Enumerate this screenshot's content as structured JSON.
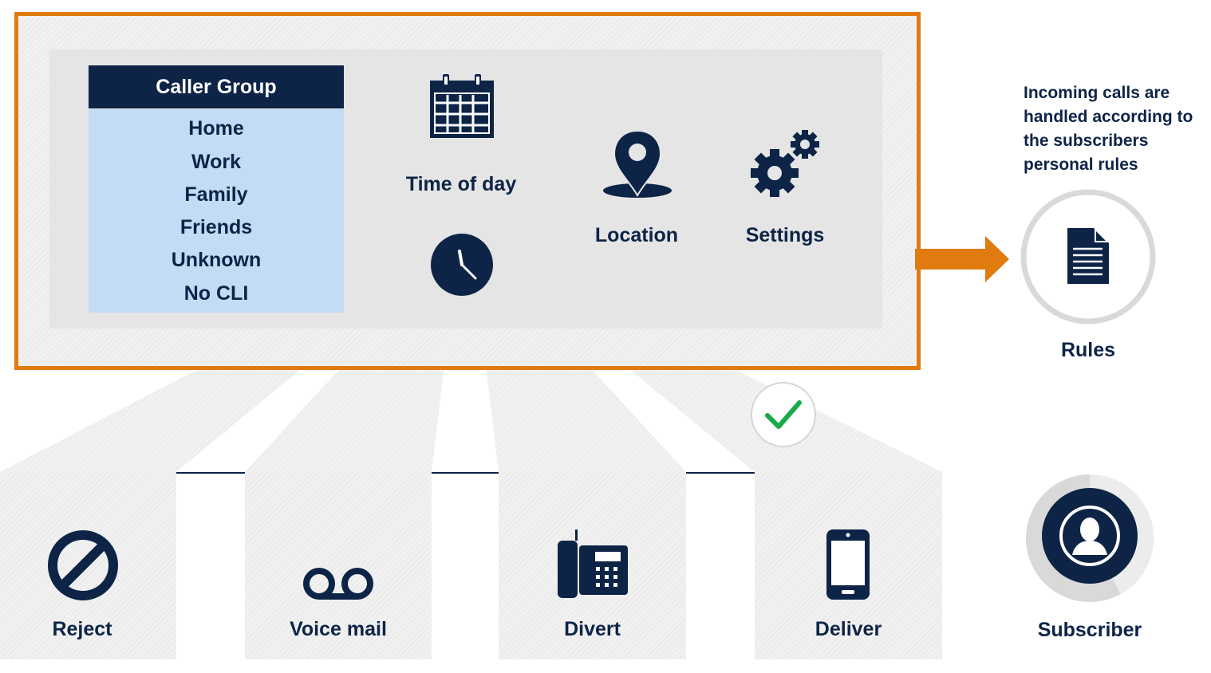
{
  "caller_group": {
    "title": "Caller Group",
    "items": [
      "Home",
      "Work",
      "Family",
      "Friends",
      "Unknown",
      "No CLI"
    ]
  },
  "criteria": {
    "time_of_day": "Time of day",
    "location": "Location",
    "settings": "Settings"
  },
  "rules": {
    "note": "Incoming calls are handled according to the subscribers personal rules",
    "label": "Rules"
  },
  "actions": [
    {
      "label": "Reject",
      "icon": "reject-icon"
    },
    {
      "label": "Voice mail",
      "icon": "voicemail-icon"
    },
    {
      "label": "Divert",
      "icon": "desk-phone-icon"
    },
    {
      "label": "Deliver",
      "icon": "mobile-phone-icon",
      "selected": true
    }
  ],
  "subscriber": {
    "label": "Subscriber"
  },
  "colors": {
    "navy": "#0d2447",
    "orange": "#e07b10",
    "light_blue": "#c1dcf4",
    "check_green": "#1aaa4a"
  }
}
